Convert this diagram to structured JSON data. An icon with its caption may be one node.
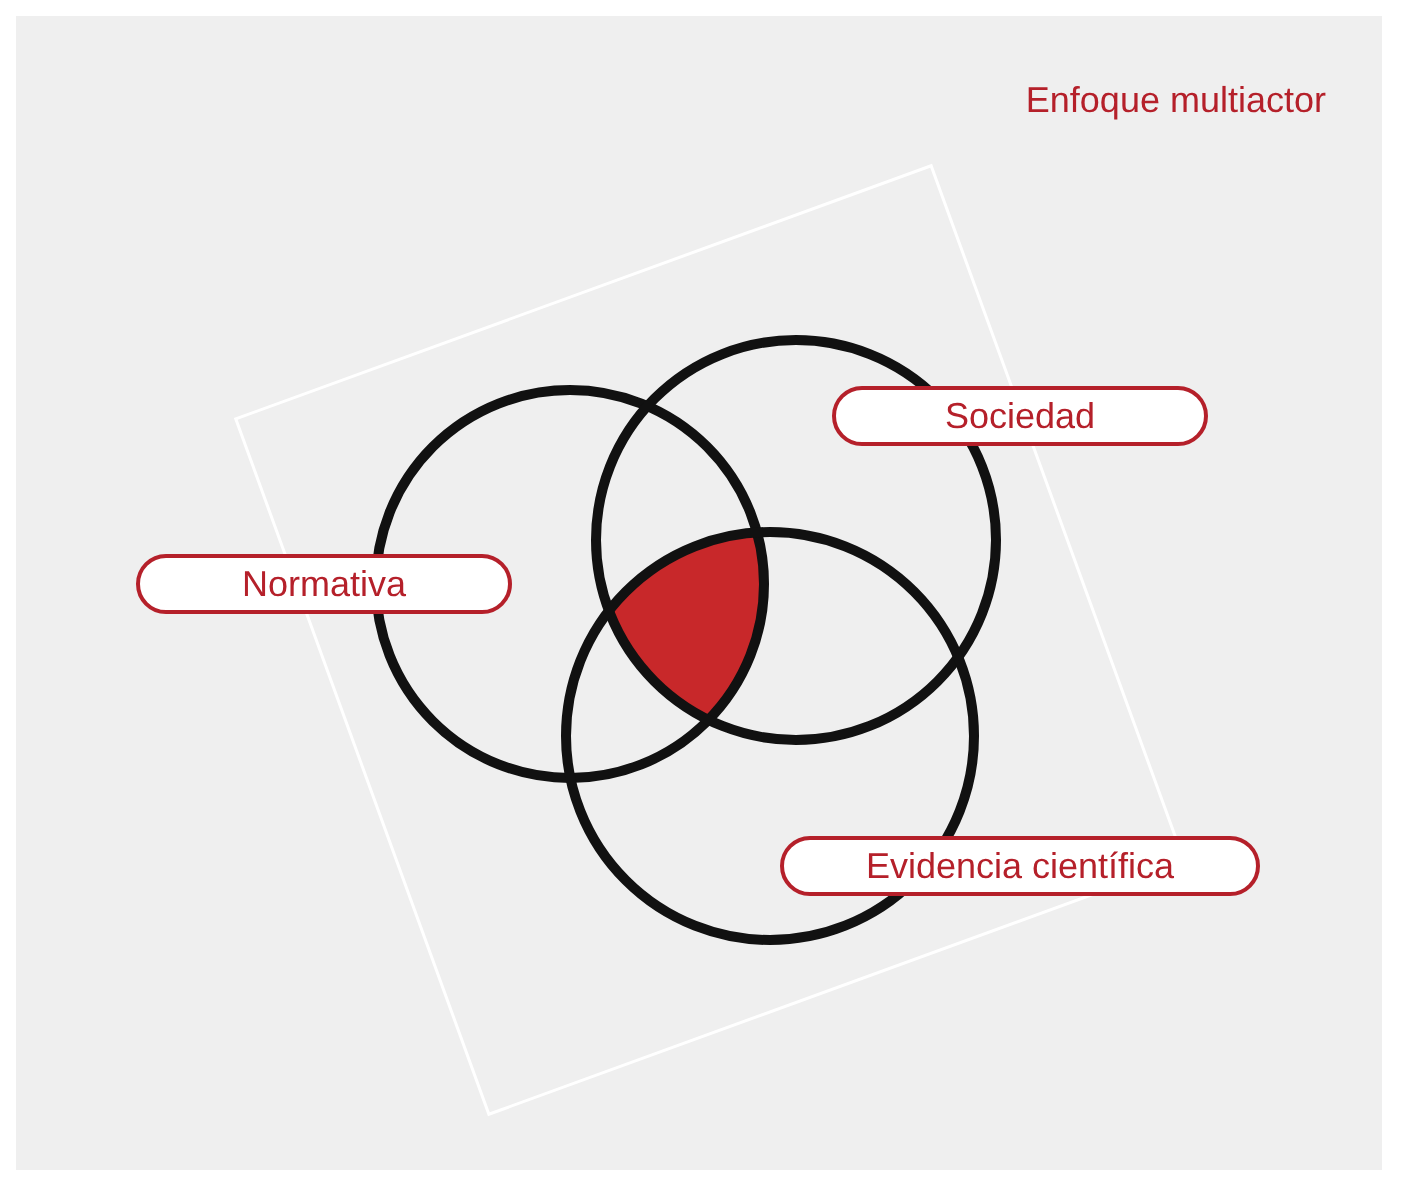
{
  "diagram": {
    "title": "Enfoque multiactor",
    "nodes": [
      {
        "text": [
          "Normativa"
        ]
      },
      {
        "text": [
          "Sociedad"
        ]
      },
      {
        "text": [
          "Evidencia científica"
        ]
      }
    ]
  }
}
